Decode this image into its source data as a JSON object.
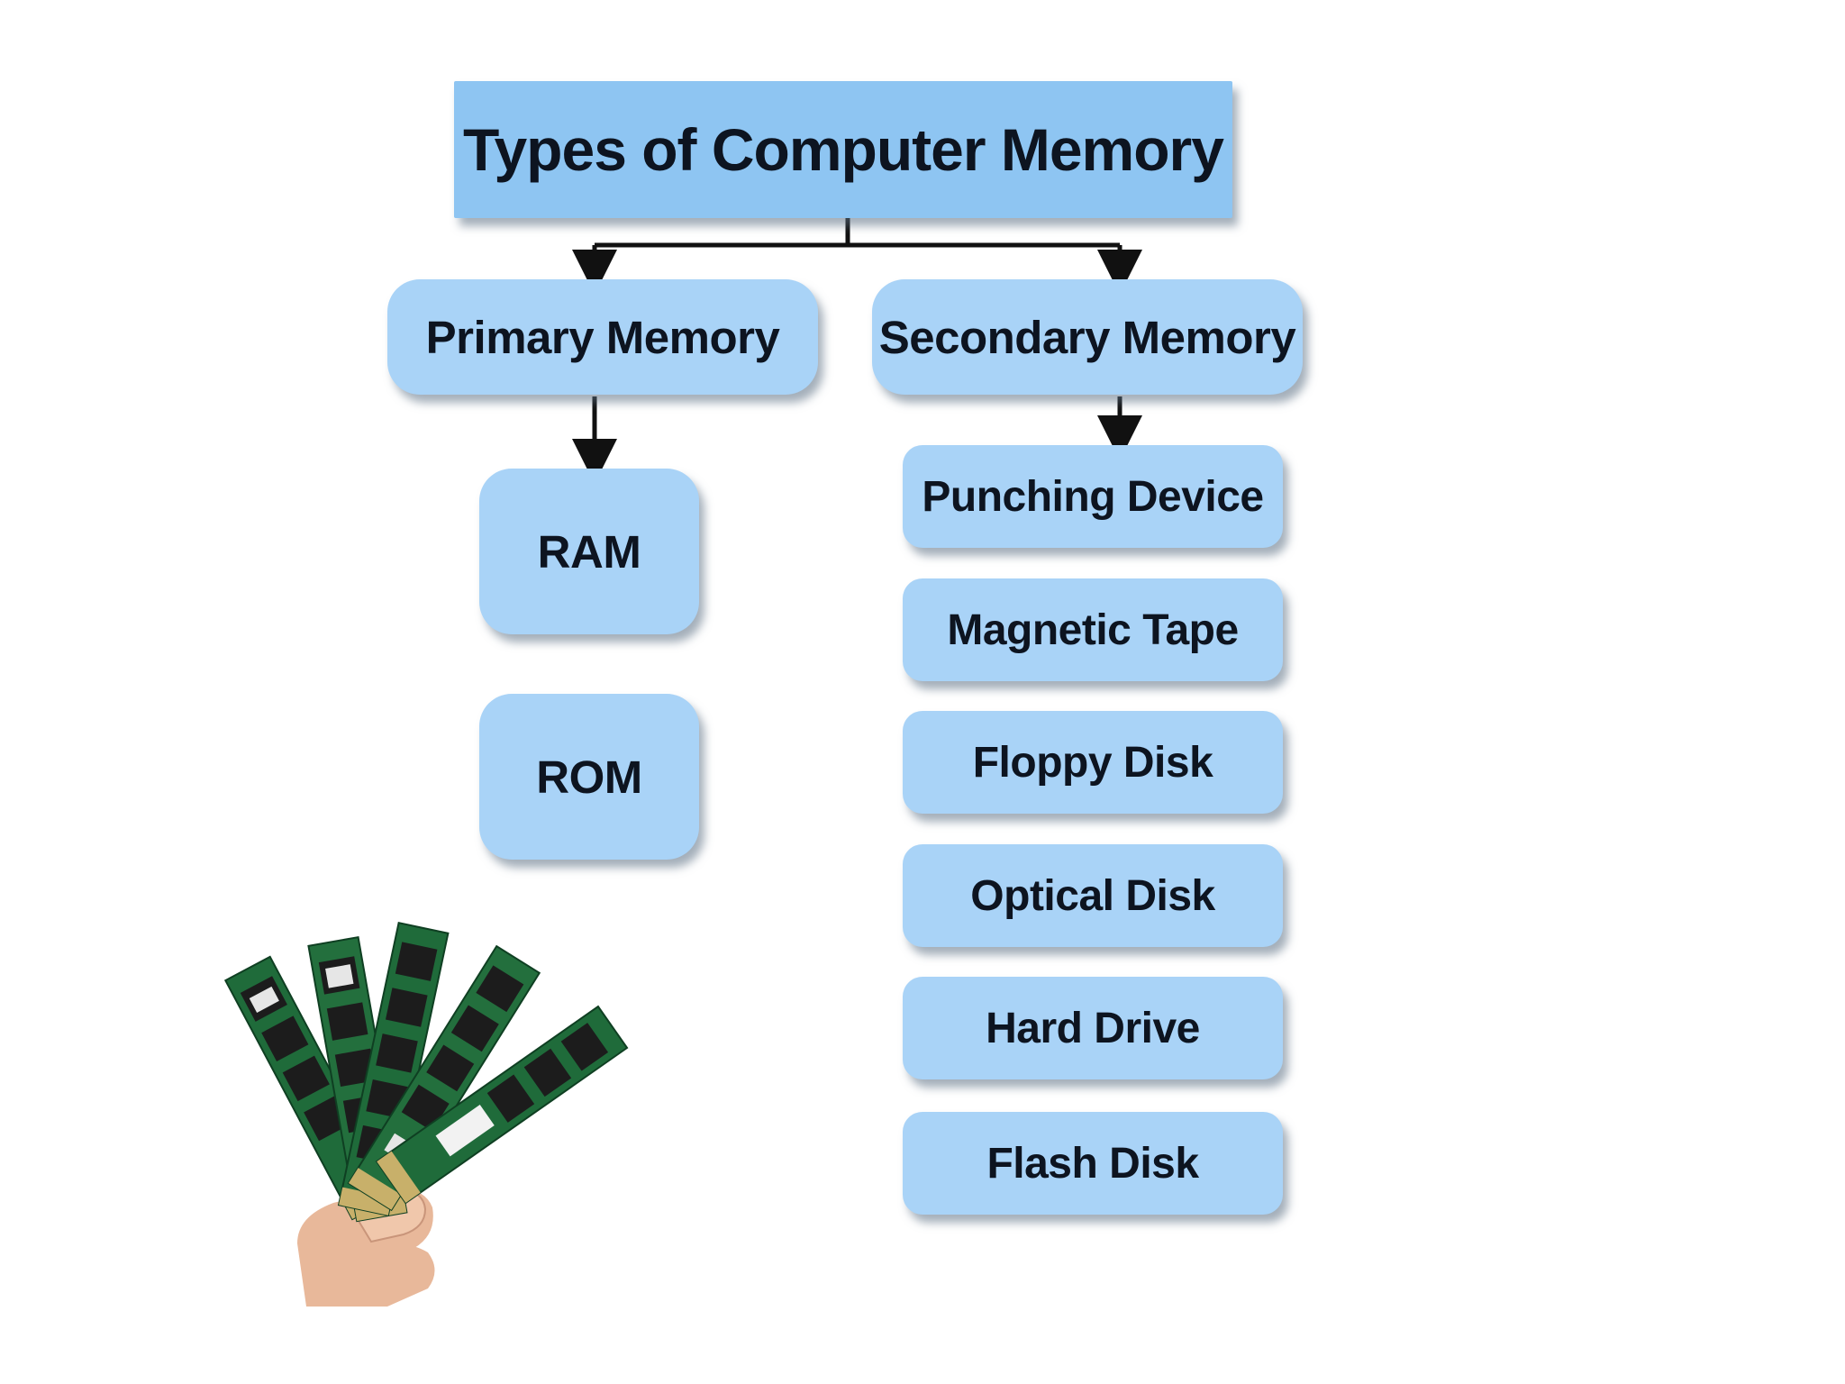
{
  "diagram": {
    "title": "Types of Computer Memory",
    "categories": [
      {
        "label": "Primary Memory",
        "items": [
          "RAM",
          "ROM"
        ]
      },
      {
        "label": "Secondary Memory",
        "items": [
          "Punching Device",
          "Magnetic Tape",
          "Floppy Disk",
          "Optical Disk",
          "Hard Drive",
          "Flash Disk"
        ]
      }
    ]
  },
  "illustration": {
    "icon": "ram-modules-in-hand-icon",
    "colors": {
      "pcb": "#1f6b3a",
      "chip": "#1c1c1c",
      "contacts": "#c8b06a",
      "skin": "#e8b89a"
    }
  },
  "colors": {
    "title_box": "#8ec5f2",
    "node_box": "#a9d3f7",
    "text": "#0d1420",
    "connector": "#111111",
    "background": "#ffffff"
  }
}
